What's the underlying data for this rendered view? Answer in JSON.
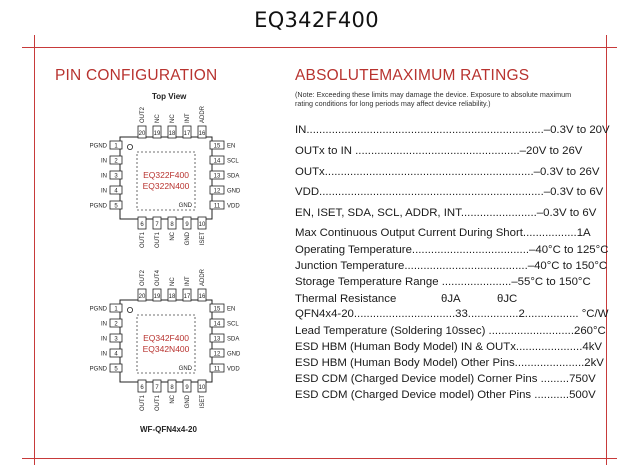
{
  "document": {
    "title": "EQ342F400"
  },
  "pin_config": {
    "heading": "PIN CONFIGURATION",
    "top_view": "Top View",
    "package_name": "WF-QFN4x4-20",
    "top_package": {
      "part1": "EQ322F400",
      "part2": "EQ322N400",
      "gnd_label": "GND"
    },
    "bottom_package": {
      "part1": "EQ342F400",
      "part2": "EQ342N400",
      "gnd_label": "GND"
    },
    "left_pins": [
      {
        "name": "PGND",
        "num": "1"
      },
      {
        "name": "IN",
        "num": "2"
      },
      {
        "name": "IN",
        "num": "3"
      },
      {
        "name": "IN",
        "num": "4"
      },
      {
        "name": "PGND",
        "num": "5"
      }
    ],
    "right_pins": [
      {
        "name": "EN",
        "num": "15"
      },
      {
        "name": "SCL",
        "num": "14"
      },
      {
        "name": "SDA",
        "num": "13"
      },
      {
        "name": "GND",
        "num": "12"
      },
      {
        "name": "VDD",
        "num": "11"
      }
    ],
    "bottom_pins": [
      {
        "name": "OUT1",
        "num": "6"
      },
      {
        "name": "OUT1",
        "num": "7"
      },
      {
        "name": "NC",
        "num": "8"
      },
      {
        "name": "GND",
        "num": "9"
      },
      {
        "name": "ISET",
        "num": "10"
      }
    ],
    "top_pins": [
      {
        "name": "OUT2",
        "num": "20"
      },
      {
        "name": "NC",
        "num": "19"
      },
      {
        "name": "NC",
        "num": "18"
      },
      {
        "name": "INT",
        "num": "17"
      },
      {
        "name": "ADDR",
        "num": "16"
      }
    ],
    "top_pins_alt": [
      {
        "name": "OUT2",
        "num": "20"
      },
      {
        "name": "OUT4",
        "num": "19"
      },
      {
        "name": "NC",
        "num": "18"
      },
      {
        "name": "INT",
        "num": "17"
      },
      {
        "name": "ADDR",
        "num": "16"
      }
    ]
  },
  "abs_max": {
    "heading": "ABSOLUTEMAXIMUM RATINGS",
    "note_line1": "(Note: Exceeding these limits may damage the device. Exposure to absolute maximum",
    "note_line2": "rating conditions for long periods may affect device reliability.)",
    "rows": [
      "IN...........................................................................–0.3V to 20V",
      "OUTx to IN ....................................................–20V to 26V",
      "OUTx..................................................................–0.3V to 26V",
      "VDD.......................................................................–0.3V to 6V",
      "EN, ISET, SDA, SCL, ADDR, INT........................–0.3V to 6V",
      "Max Continuous Output Current During Short.................1A",
      "Operating Temperature.....................................–40°C to 125°C",
      "Junction Temperature.......................................–40°C to 150°C",
      "Storage Temperature Range ......................–55°C to 150°C"
    ],
    "thermal_heading": "Thermal Resistance",
    "theta_ja": "θJA",
    "theta_jc": "θJC",
    "thermal_row": "QFN4x4-20................................33................2................. °C/W",
    "rows2": [
      "Lead Temperature (Soldering 10ssec) ...........................260°C",
      "ESD HBM (Human Body Model) IN & OUTx.....................4kV",
      "ESD HBM (Human Body Model) Other Pins......................2kV",
      "ESD CDM (Charged Device model) Corner Pins .........750V",
      "ESD CDM (Charged Device model) Other Pins ...........500V"
    ]
  }
}
